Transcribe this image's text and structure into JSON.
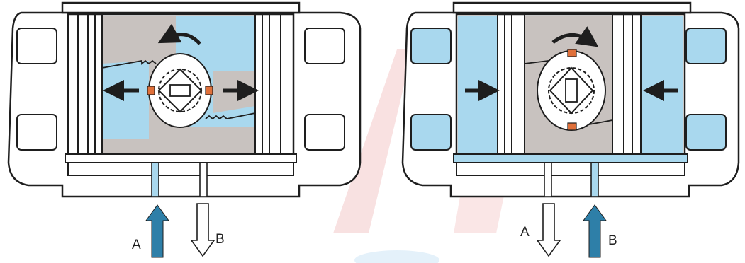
{
  "diagrams": [
    {
      "id": "left",
      "state": "opening",
      "rotation": "counterclockwise",
      "piston_motion": "outward",
      "ports": [
        {
          "label": "A",
          "flow": "in"
        },
        {
          "label": "B",
          "flow": "out"
        }
      ]
    },
    {
      "id": "right",
      "state": "closing",
      "rotation": "clockwise",
      "piston_motion": "inward",
      "ports": [
        {
          "label": "A",
          "flow": "out"
        },
        {
          "label": "B",
          "flow": "in"
        }
      ]
    }
  ],
  "colors": {
    "air_fill": "#a9d8ee",
    "gray_fill": "#c8c2bf",
    "outline": "#1e1e1e",
    "flow_arrow": "#2e7fa8",
    "pinion_marker": "#e0703a",
    "watermark_red": "#f4c9c9",
    "watermark_blue": "#cfe6f6"
  },
  "icons": [
    "rotation-arrow-icon",
    "piston-direction-arrow-icon",
    "air-flow-arrow-icon"
  ]
}
